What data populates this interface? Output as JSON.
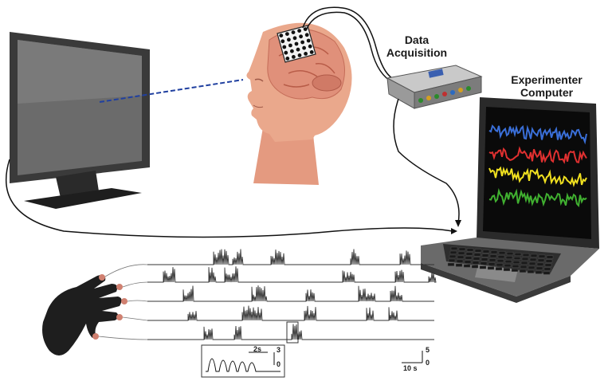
{
  "labels": {
    "data_acquisition_line1": "Data",
    "data_acquisition_line2": "Acquisition",
    "experimenter_line1": "Experimenter",
    "experimenter_line2": "Computer"
  },
  "scale": {
    "inset_time": "2s",
    "inset_amp": "3",
    "inset_zero": "0",
    "main_time": "10 s",
    "main_amp": "5",
    "main_zero": "0"
  },
  "colors": {
    "eeg_traces": [
      "#3a6fd8",
      "#e03030",
      "#f0e020",
      "#40b030"
    ],
    "laptop_screen": "#0a0a0a",
    "skin": "#e8a080",
    "brain": "#e69a7a",
    "glove": "#222222",
    "fingertip": "#d08070",
    "gaze_line": "#2040a0"
  },
  "icons": [
    "monitor-icon",
    "head-brain-icon",
    "electrode-grid-icon",
    "daq-box-icon",
    "laptop-icon",
    "glove-hand-icon"
  ]
}
